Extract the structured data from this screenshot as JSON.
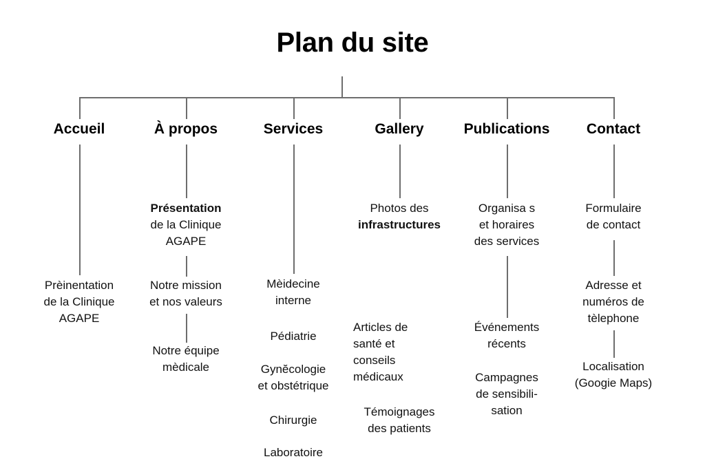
{
  "title": "Plan du site",
  "diagram": {
    "type": "sitemap-tree",
    "root_label": "Plan du site",
    "columns": [
      {
        "id": "accueil",
        "header": "Accueil",
        "nodes": [
          {
            "level": 2,
            "lines": [
              "Prèinentation",
              "de la Clinique",
              "AGAPE"
            ],
            "align": "center"
          }
        ]
      },
      {
        "id": "a-propos",
        "header": "À propos",
        "nodes": [
          {
            "level": 1,
            "lines": [
              "Présentation",
              "de la Clinique",
              "AGAPE"
            ],
            "align": "center",
            "emphasis": "first-line"
          },
          {
            "level": 2,
            "lines": [
              "Notre mission",
              "et nos valeurs"
            ],
            "align": "center"
          },
          {
            "level": 3,
            "lines": [
              "Notre équipe",
              "mèdicale"
            ],
            "align": "center"
          }
        ]
      },
      {
        "id": "services",
        "header": "Services",
        "nodes": [
          {
            "level": 2,
            "lines": [
              "Mèidecine",
              "interne"
            ],
            "align": "center"
          },
          {
            "level": 3,
            "lines": [
              "Pédiatrie"
            ],
            "align": "center"
          },
          {
            "level": 4,
            "lines": [
              "Gynĕcologie",
              "et obstétrique"
            ],
            "align": "center"
          },
          {
            "level": 5,
            "lines": [
              "Chirurgie"
            ],
            "align": "center"
          },
          {
            "level": 6,
            "lines": [
              "Laboratoire"
            ],
            "align": "center"
          }
        ]
      },
      {
        "id": "gallery",
        "header": "Gallery",
        "nodes": [
          {
            "level": 1,
            "lines": [
              "Photos des",
              "infrastructures"
            ],
            "align": "center",
            "emphasis": "second-line"
          },
          {
            "level": 2,
            "lines": [
              "Articles de",
              "santé et",
              "conseils",
              "médicaux"
            ],
            "align": "left"
          },
          {
            "level": 3,
            "lines": [
              "Témoignages",
              "des patients"
            ],
            "align": "center"
          }
        ]
      },
      {
        "id": "publications",
        "header": "Publications",
        "nodes": [
          {
            "level": 1,
            "lines": [
              "Organisa s",
              "et horaires",
              "des services"
            ],
            "align": "center"
          },
          {
            "level": 2,
            "lines": [
              "Événements",
              "récents"
            ],
            "align": "center"
          },
          {
            "level": 3,
            "lines": [
              "Campagnes",
              "de sensibili-",
              "sation"
            ],
            "align": "center"
          }
        ]
      },
      {
        "id": "contact",
        "header": "Contact",
        "nodes": [
          {
            "level": 1,
            "lines": [
              "Formulaire",
              "de contact"
            ],
            "align": "center"
          },
          {
            "level": 2,
            "lines": [
              "Adresse et",
              "numéros de",
              "tèlephone"
            ],
            "align": "center"
          },
          {
            "level": 3,
            "lines": [
              "Localisation",
              "(Googie Maps)"
            ],
            "align": "center"
          }
        ]
      }
    ]
  },
  "nodes": {
    "accueil_header": "Accueil",
    "accueil_1_l1": "Prèinentation",
    "accueil_1_l2": "de la Clinique",
    "accueil_1_l3": "AGAPE",
    "apropos_header": "À propos",
    "apropos_1_l1": "Présentation",
    "apropos_1_l2": "de la Clinique",
    "apropos_1_l3": "AGAPE",
    "apropos_2_l1": "Notre mission",
    "apropos_2_l2": "et nos valeurs",
    "apropos_3_l1": "Notre équipe",
    "apropos_3_l2": "mèdicale",
    "services_header": "Services",
    "services_1_l1": "Mèidecine",
    "services_1_l2": "interne",
    "services_2_l1": "Pédiatrie",
    "services_3_l1": "Gynĕcologie",
    "services_3_l2": "et obstétrique",
    "services_4_l1": "Chirurgie",
    "services_5_l1": "Laboratoire",
    "gallery_header": "Gallery",
    "gallery_1_l1": "Photos des",
    "gallery_1_l2": "infrastructures",
    "gallery_2_l1": "Articles de",
    "gallery_2_l2": "santé et",
    "gallery_2_l3": "conseils",
    "gallery_2_l4": "médicaux",
    "gallery_3_l1": "Témoignages",
    "gallery_3_l2": "des patients",
    "publications_header": "Publications",
    "publications_1_l1": "Organisa s",
    "publications_1_l2": "et horaires",
    "publications_1_l3": "des services",
    "publications_2_l1": "Événements",
    "publications_2_l2": "récents",
    "publications_3_l1": "Campagnes",
    "publications_3_l2": "de sensibili-",
    "publications_3_l3": "sation",
    "contact_header": "Contact",
    "contact_1_l1": "Formulaire",
    "contact_1_l2": "de contact",
    "contact_2_l1": "Adresse et",
    "contact_2_l2": "numéros de",
    "contact_2_l3": "tèlephone",
    "contact_3_l1": "Localisation",
    "contact_3_l2": "(Googie Maps)"
  },
  "colors": {
    "background": "#ffffff",
    "text": "#111111",
    "title": "#000000",
    "connector": "#6d6d6d"
  }
}
